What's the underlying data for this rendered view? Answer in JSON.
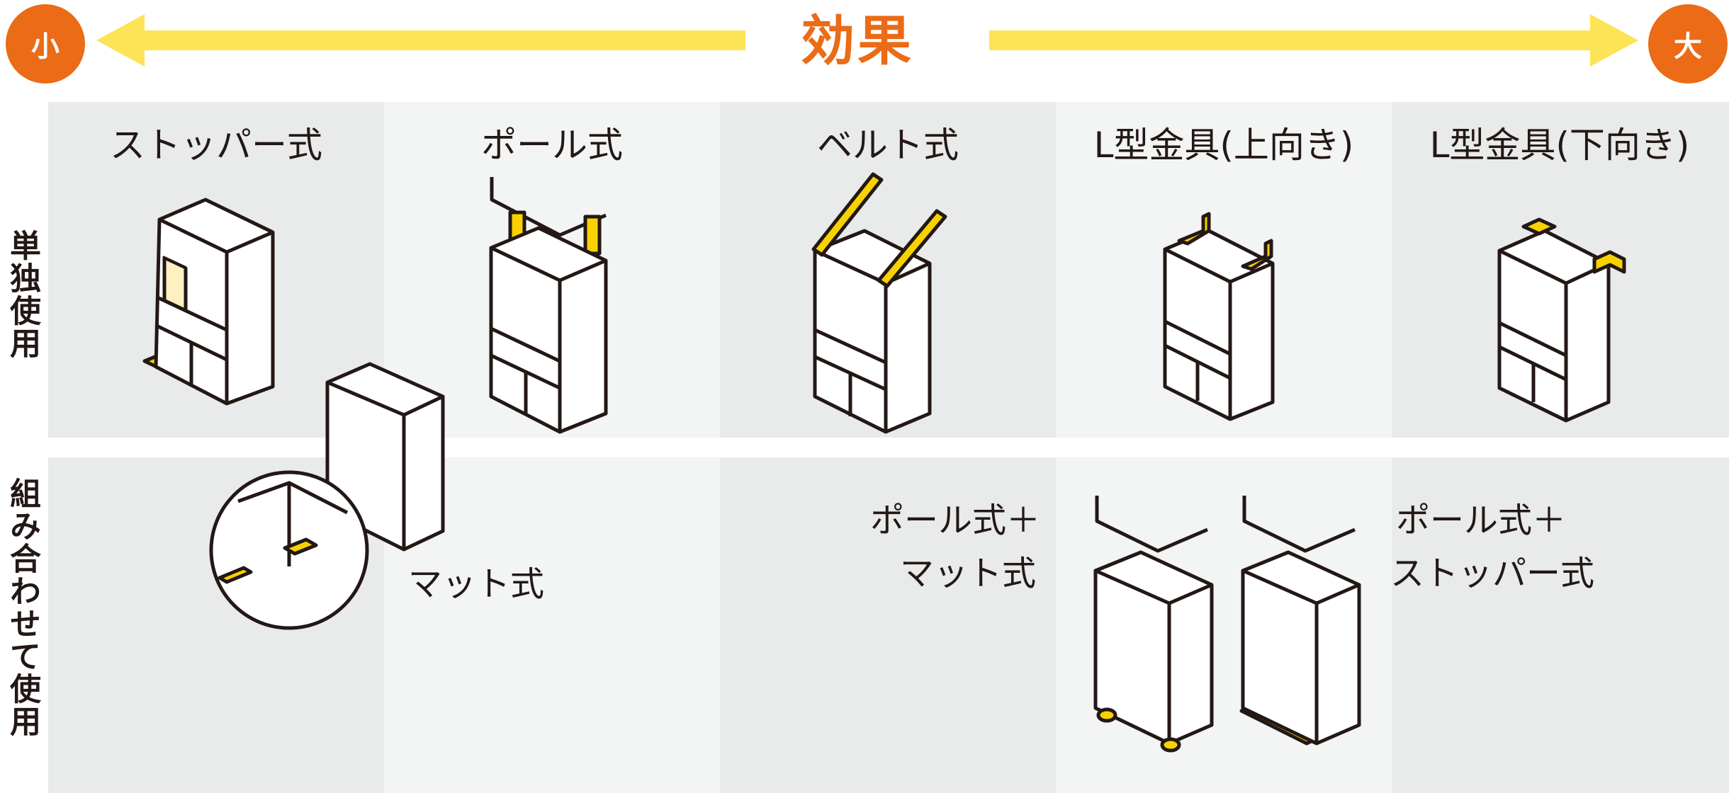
{
  "header": {
    "small_label": "小",
    "large_label": "大",
    "title": "効果"
  },
  "rows": {
    "single": "単独使用",
    "combined": "組み合わせて使用"
  },
  "columns": [
    "ストッパー式",
    "ポール式",
    "ベルト式",
    "L型金具(上向き)",
    "L型金具(下向き)"
  ],
  "combined_labels": {
    "mat": "マット式",
    "pole_mat_1": "ポール式＋",
    "pole_mat_2": "マット式",
    "pole_stopper_1": "ポール式＋",
    "pole_stopper_2": "ストッパー式"
  },
  "colors": {
    "accent_orange": "#eb6b16",
    "arrow_yellow": "#fde356",
    "part_yellow": "#f7d200",
    "window_cream": "#fdf1c2"
  }
}
